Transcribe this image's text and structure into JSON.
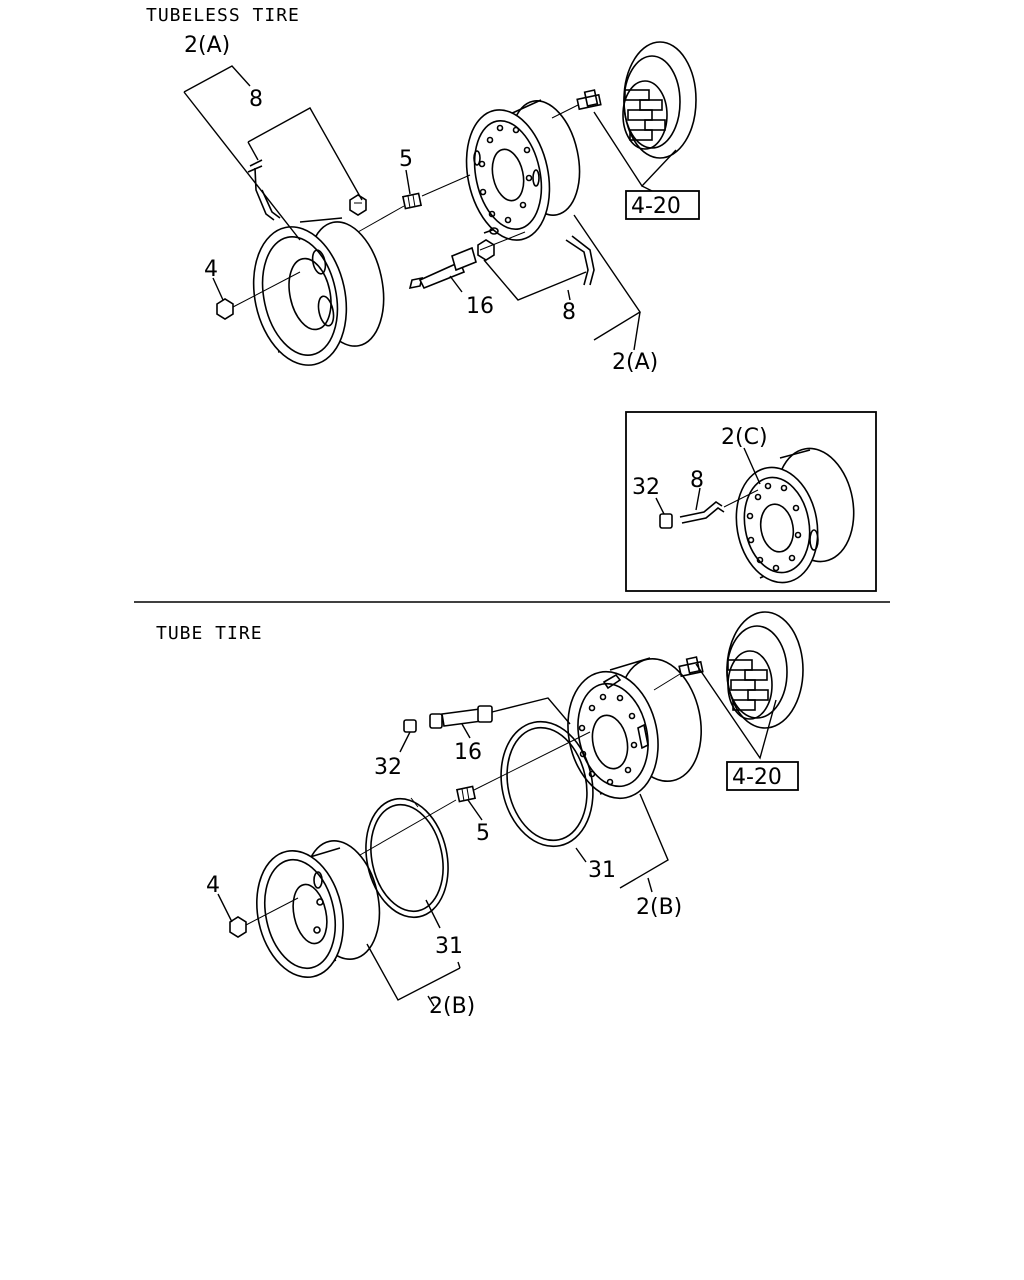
{
  "sections": {
    "tubeless_title": "TUBELESS TIRE",
    "tube_title": "TUBE TIRE"
  },
  "callouts": {
    "tubeless": {
      "wheel_rear": "2(A)",
      "wheel_front": "2(A)",
      "valve_top": "8",
      "valve_bottom": "8",
      "stud": "5",
      "nut": "4",
      "extension": "16",
      "hub_ref": "4-20"
    },
    "inset": {
      "wheel": "2(C)",
      "valve": "8",
      "cap": "32"
    },
    "tube": {
      "cap": "32",
      "extension": "16",
      "stud": "5",
      "nut": "4",
      "ring_front": "31",
      "ring_rear": "31",
      "wheel_front": "2(B)",
      "wheel_rear": "2(B)",
      "hub_ref": "4-20"
    }
  }
}
